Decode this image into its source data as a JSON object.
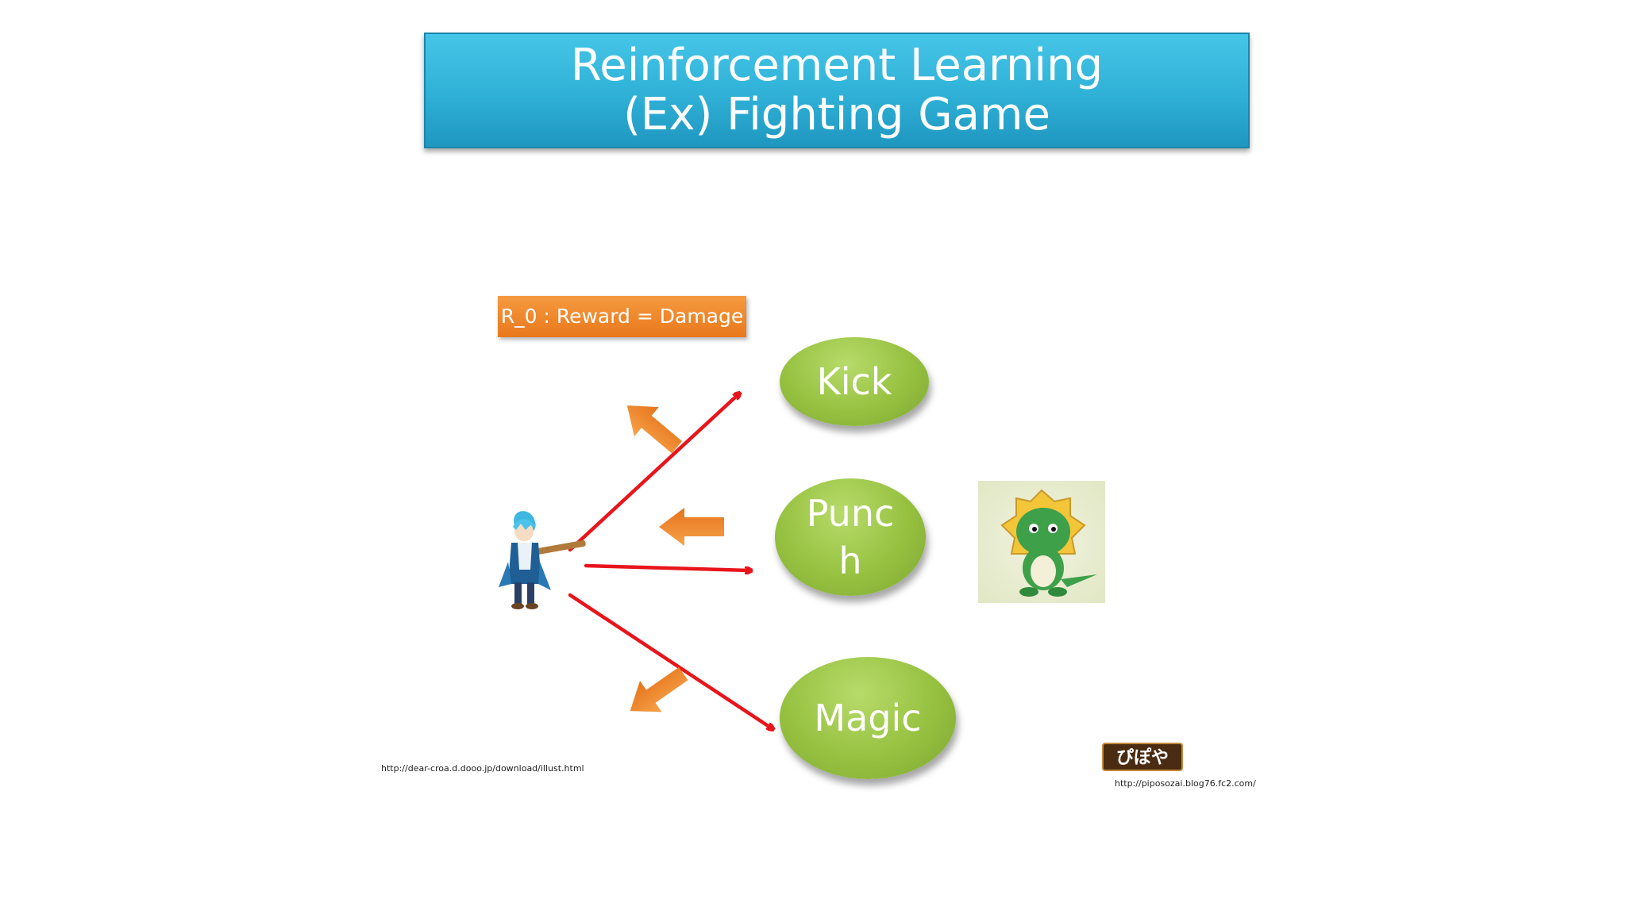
{
  "title": {
    "line1": "Reinforcement Learning",
    "line2": "(Ex) Fighting Game"
  },
  "reward_label": "R_0 : Reward = Damage",
  "actions": {
    "kick": "Kick",
    "punch_line1": "Punc",
    "punch_line2": "h",
    "magic": "Magic"
  },
  "credits": {
    "player_source": "http://dear-croa.d.dooo.jp/download/illust.html",
    "monster_source": "http://piposozai.blog76.fc2.com/",
    "logo_text": "ぴぽや"
  },
  "colors": {
    "title_banner": "#2fb0d6",
    "reward_box": "#ef8a2e",
    "action_ellipse": "#96c140",
    "arrow_red": "#e8151b",
    "feedback_arrow": "#ef8a2e"
  }
}
